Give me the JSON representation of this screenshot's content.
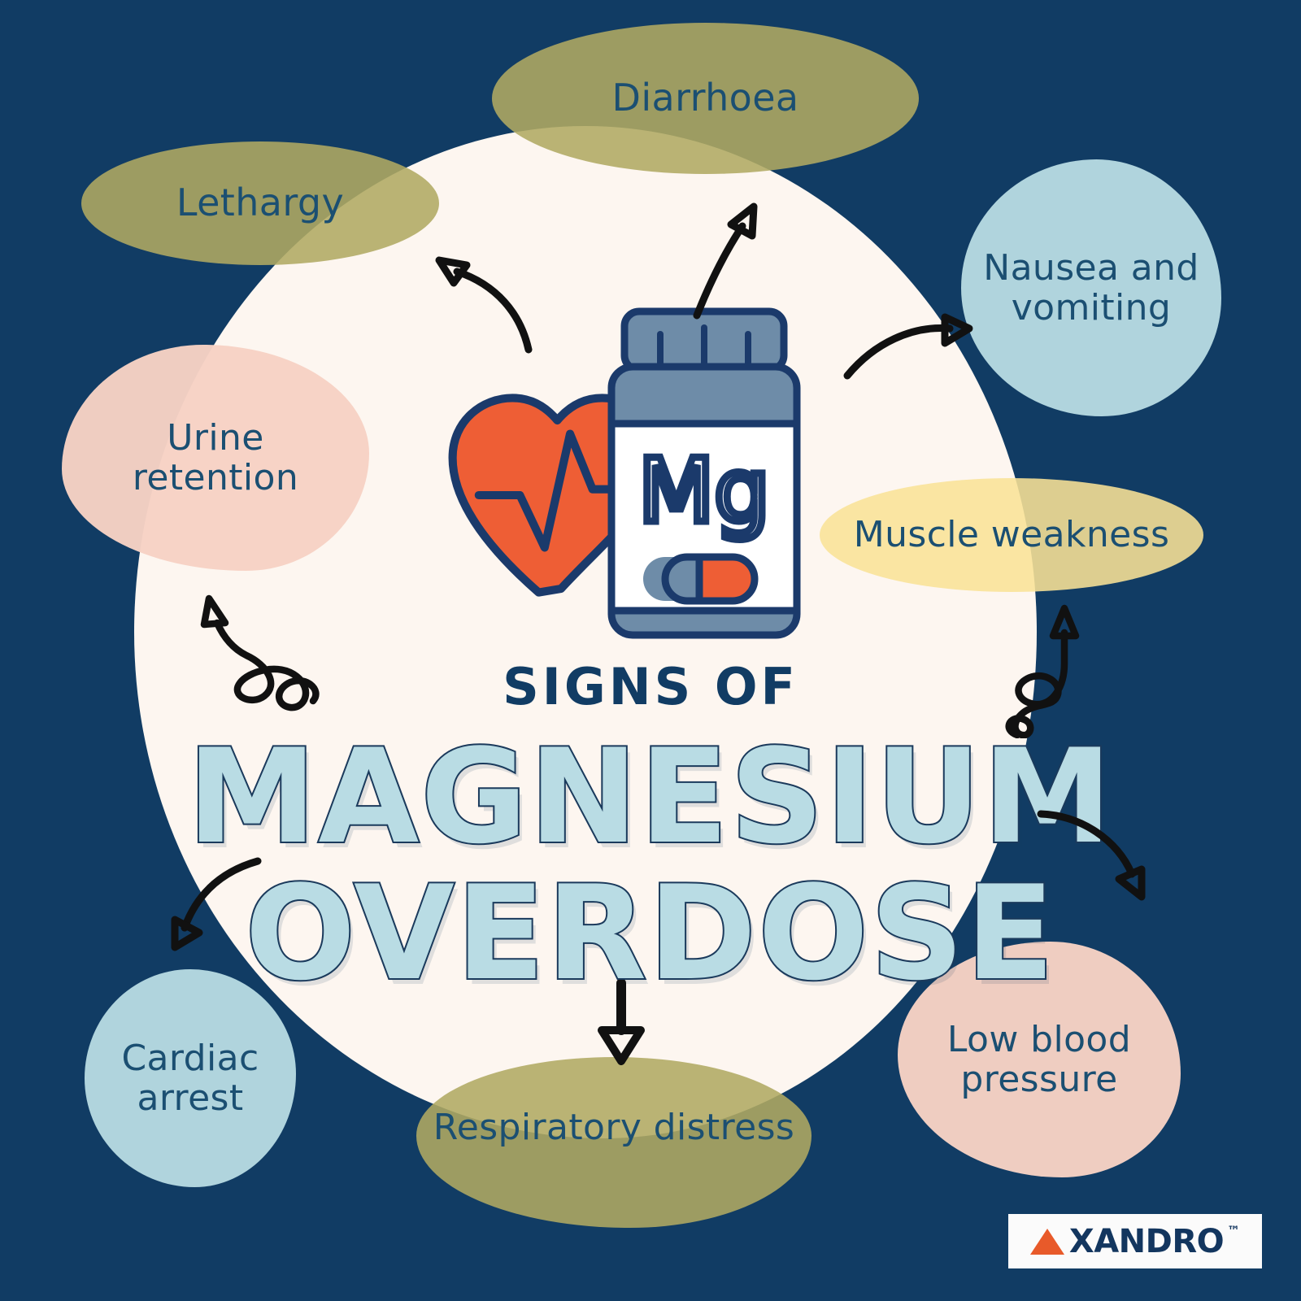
{
  "poster": {
    "background_color": "#113C64",
    "circle_color": "#FDF6F0",
    "title_line1": "SIGNS OF",
    "title_line2": "MAGNESIUM",
    "title_line3": "OVERDOSE",
    "title_fill_color": "#B9DCE4",
    "title_outline_color": "#1B3A5C"
  },
  "illustration": {
    "name": "magnesium-supplement-bottle-with-heart",
    "bottle_label_text": "Mg",
    "heart_color": "#EE5E35",
    "bottle_body_color": "#6E8CA8",
    "bottle_label_color": "#FFFFFF",
    "outline_color": "#1B3A6B",
    "capsule_colors": [
      "#6E8CA8",
      "#EE5E35"
    ]
  },
  "symptoms": [
    {
      "id": "diarrhoea",
      "label": "Diarrhoea",
      "lines": [
        "Diarrhoea"
      ],
      "shape": "pill",
      "color": "#B0AA62"
    },
    {
      "id": "lethargy",
      "label": "Lethargy",
      "lines": [
        "Lethargy"
      ],
      "shape": "pill",
      "color": "#B0AA62"
    },
    {
      "id": "nausea",
      "label": "Nausea and vomiting",
      "lines": [
        "Nausea and",
        "vomiting"
      ],
      "shape": "blob",
      "color": "#B9DCE4"
    },
    {
      "id": "urine",
      "label": "Urine retention",
      "lines": [
        "Urine",
        "retention"
      ],
      "shape": "blob",
      "color": "#F7D2C4"
    },
    {
      "id": "muscle",
      "label": "Muscle weakness",
      "lines": [
        "Muscle weakness"
      ],
      "shape": "pill",
      "color": "#F9E296"
    },
    {
      "id": "lowbp",
      "label": "Low blood pressure",
      "lines": [
        "Low blood",
        "pressure"
      ],
      "shape": "blob",
      "color": "#F7D2C4"
    },
    {
      "id": "respiratory",
      "label": "Respiratory distress",
      "lines": [
        "Respiratory distress"
      ],
      "shape": "blob",
      "color": "#B0AA62"
    },
    {
      "id": "cardiac",
      "label": "Cardiac arrest",
      "lines": [
        "Cardiac",
        "arrest"
      ],
      "shape": "circle",
      "color": "#B9DCE4"
    }
  ],
  "arrows": [
    {
      "id": "arrow-to-lethargy",
      "style": "curved",
      "points_to": "lethargy"
    },
    {
      "id": "arrow-to-diarrhoea",
      "style": "curved",
      "points_to": "diarrhoea"
    },
    {
      "id": "arrow-to-nausea",
      "style": "curved",
      "points_to": "nausea"
    },
    {
      "id": "arrow-to-urine",
      "style": "curly",
      "points_to": "urine"
    },
    {
      "id": "arrow-to-muscle",
      "style": "curly",
      "points_to": "muscle"
    },
    {
      "id": "arrow-to-lowbp",
      "style": "curved",
      "points_to": "lowbp"
    },
    {
      "id": "arrow-to-cardiac",
      "style": "curved",
      "points_to": "cardiac"
    },
    {
      "id": "arrow-to-respiratory",
      "style": "straight",
      "points_to": "respiratory"
    }
  ],
  "logo": {
    "brand": "XANDRO",
    "trademark": "™",
    "mark_color": "#E85A2A",
    "text_color": "#13365F",
    "box_color": "#FBFBFB"
  }
}
